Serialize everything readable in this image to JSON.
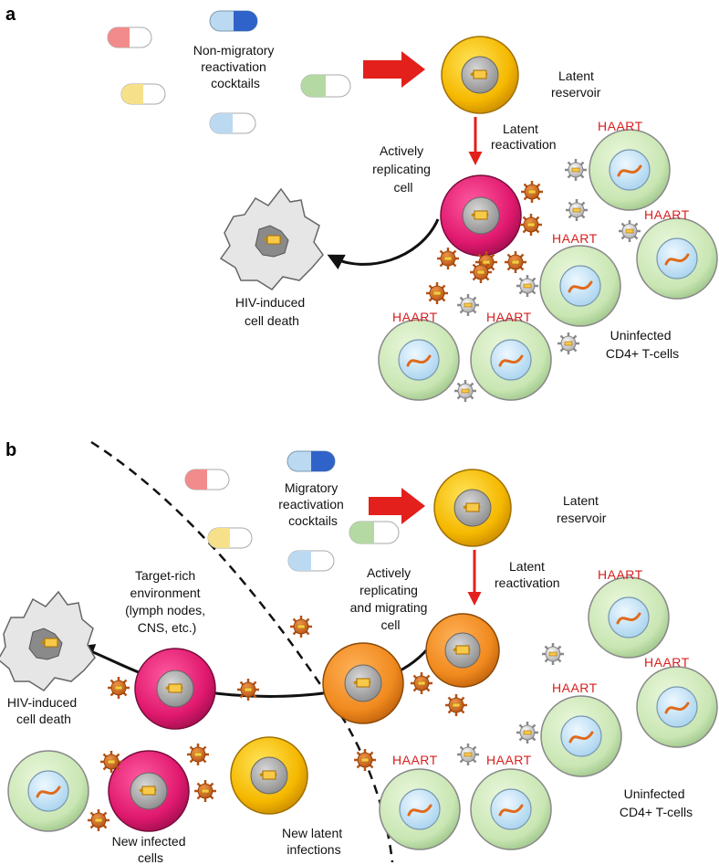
{
  "panels": [
    {
      "letter": "a",
      "cocktail_label": [
        "Non-migratory",
        "reactivation",
        "cocktails"
      ],
      "latent_reservoir": [
        "Latent",
        "reservoir"
      ],
      "latent_reactivation": [
        "Latent",
        "reactivation"
      ],
      "active_cell": [
        "Actively",
        "replicating",
        "cell"
      ],
      "death": [
        "HIV-induced",
        "cell death"
      ],
      "uninfected": [
        "Uninfected",
        "CD4+ T-cells"
      ],
      "haart": "HAART"
    },
    {
      "letter": "b",
      "cocktail_label": [
        "Migratory",
        "reactivation",
        "cocktails"
      ],
      "latent_reservoir": [
        "Latent",
        "reservoir"
      ],
      "latent_reactivation": [
        "Latent",
        "reactivation"
      ],
      "active_cell": [
        "Actively",
        "replicating",
        "and migrating",
        "cell"
      ],
      "target_env": [
        "Target-rich",
        "environment",
        "(lymph nodes,",
        "CNS, etc.)"
      ],
      "death": [
        "HIV-induced",
        "cell death"
      ],
      "new_infected": [
        "New infected",
        "cells"
      ],
      "new_latent": [
        "New latent",
        "infections"
      ],
      "uninfected": [
        "Uninfected",
        "CD4+ T-cells"
      ],
      "haart": "HAART"
    }
  ],
  "colors": {
    "arrow_red": "#e3201b",
    "latent_cell": "#f5b800",
    "active_cell_a": "#e0196e",
    "migrating_cell": "#f08a1e",
    "uninfected_cell": "#c9e6b3",
    "virus": "#d2691e",
    "haart_text": "#d81e1e"
  }
}
